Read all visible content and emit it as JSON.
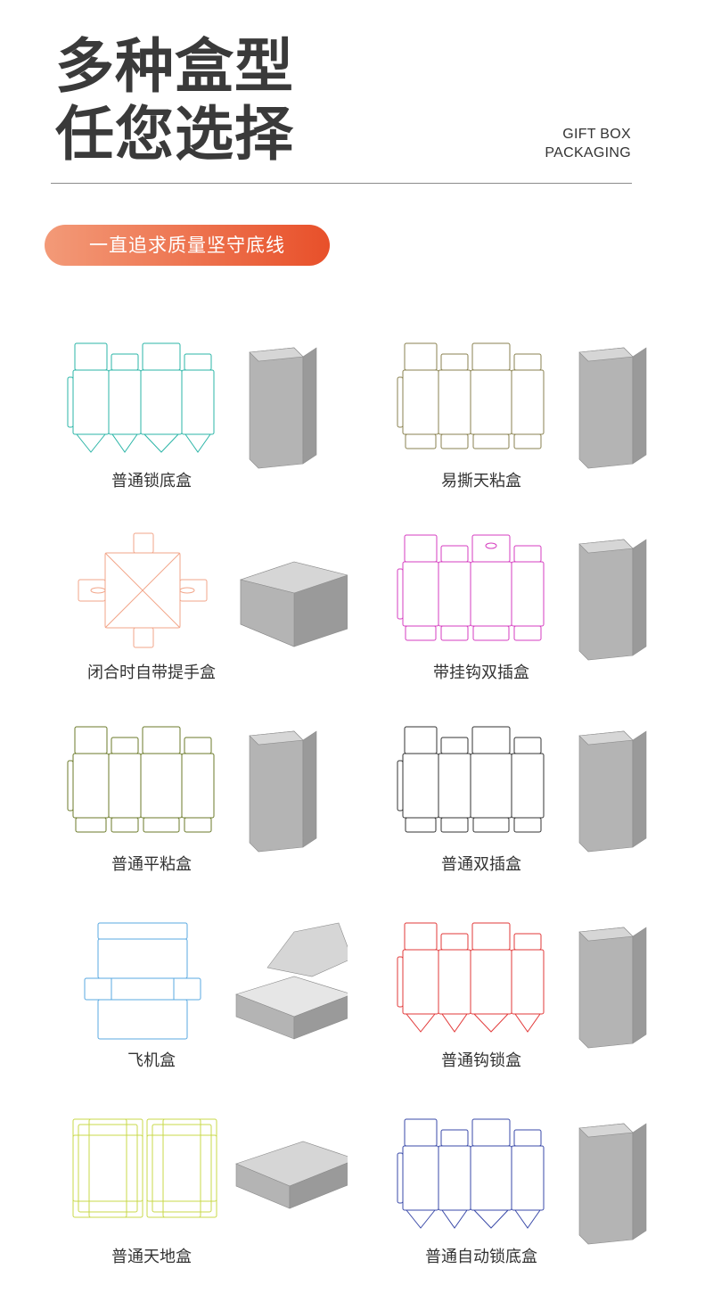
{
  "title": {
    "line1": "多种盒型",
    "line2": "任您选择"
  },
  "brand": {
    "line1": "GIFT BOX",
    "line2": "PACKAGING"
  },
  "banner": {
    "text": "一直追求质量坚守底线"
  },
  "colors": {
    "banner_start": "#f39a78",
    "banner_end": "#e8502a",
    "box_gray": "#a8a8a8"
  },
  "boxes": [
    {
      "label": "普通锁底盒",
      "line_color": "#2bb5a7",
      "icon": "lock-bottom-box"
    },
    {
      "label": "易撕天粘盒",
      "line_color": "#8a8250",
      "icon": "tear-strip-box"
    },
    {
      "label": "闭合时自带提手盒",
      "line_color": "#f2a68a",
      "icon": "handle-box"
    },
    {
      "label": "带挂钩双插盒",
      "line_color": "#d63ec0",
      "icon": "hanger-tuck-box"
    },
    {
      "label": "普通平粘盒",
      "line_color": "#6b7a2a",
      "icon": "flat-glue-box"
    },
    {
      "label": "普通双插盒",
      "line_color": "#333333",
      "icon": "double-tuck-box"
    },
    {
      "label": "飞机盒",
      "line_color": "#5aa8e0",
      "icon": "mailer-box"
    },
    {
      "label": "普通钩锁盒",
      "line_color": "#e23a3a",
      "icon": "hook-lock-box"
    },
    {
      "label": "普通天地盒",
      "line_color": "#c8d84a",
      "icon": "lid-base-box"
    },
    {
      "label": "普通自动锁底盒",
      "line_color": "#3a4aa8",
      "icon": "auto-lock-bottom-box"
    }
  ]
}
